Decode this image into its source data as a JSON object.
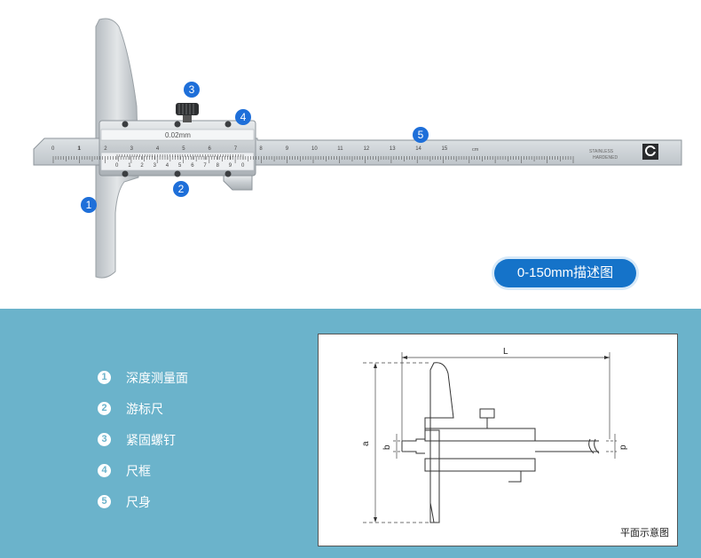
{
  "photo": {
    "vernier_label": "0.02mm",
    "stamp_lines": [
      "STAINLESS",
      "HARDENED"
    ],
    "unit_mark": "cm",
    "main_scale_numbers": [
      "0",
      "1",
      "2",
      "3",
      "4",
      "5",
      "6",
      "7",
      "8",
      "9",
      "10",
      "11",
      "12",
      "13",
      "14",
      "15"
    ],
    "vernier_scale_numbers": [
      "0",
      "1",
      "2",
      "3",
      "4",
      "5",
      "6",
      "7",
      "8",
      "9",
      "0"
    ],
    "markers": [
      "1",
      "2",
      "3",
      "4",
      "5"
    ],
    "description_pill": "0-150mm描述图"
  },
  "legend": [
    {
      "num": "1",
      "label": "深度测量面"
    },
    {
      "num": "2",
      "label": "游标尺"
    },
    {
      "num": "3",
      "label": "紧固螺钉"
    },
    {
      "num": "4",
      "label": "尺框"
    },
    {
      "num": "5",
      "label": "尺身"
    }
  ],
  "drawing": {
    "caption": "平面示意图",
    "dim_labels": {
      "L": "L",
      "a": "a",
      "b": "b",
      "p": "p"
    }
  },
  "colors": {
    "panel_bg": "#6bb3cb",
    "marker_blue": "#1e6fd9",
    "pill_blue": "#1573c9",
    "metal": "#c9cdd1"
  }
}
